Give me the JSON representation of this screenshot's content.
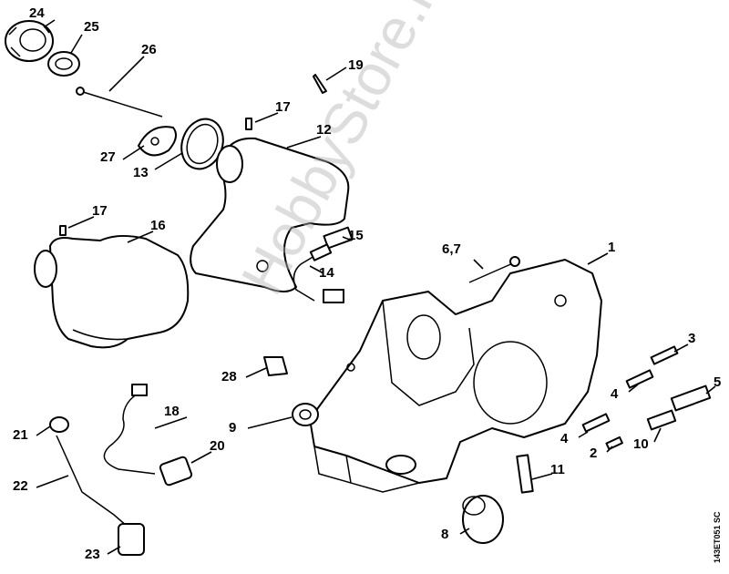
{
  "diagram": {
    "watermark": "HobbyStore.it",
    "drawing_code": "143ET051 SC",
    "callouts": [
      "24",
      "25",
      "26",
      "19",
      "17",
      "12",
      "27",
      "13",
      "17",
      "16",
      "15",
      "14",
      "6,7",
      "1",
      "3",
      "28",
      "5",
      "4",
      "18",
      "9",
      "21",
      "4",
      "10",
      "20",
      "2",
      "11",
      "22",
      "8",
      "23"
    ]
  }
}
